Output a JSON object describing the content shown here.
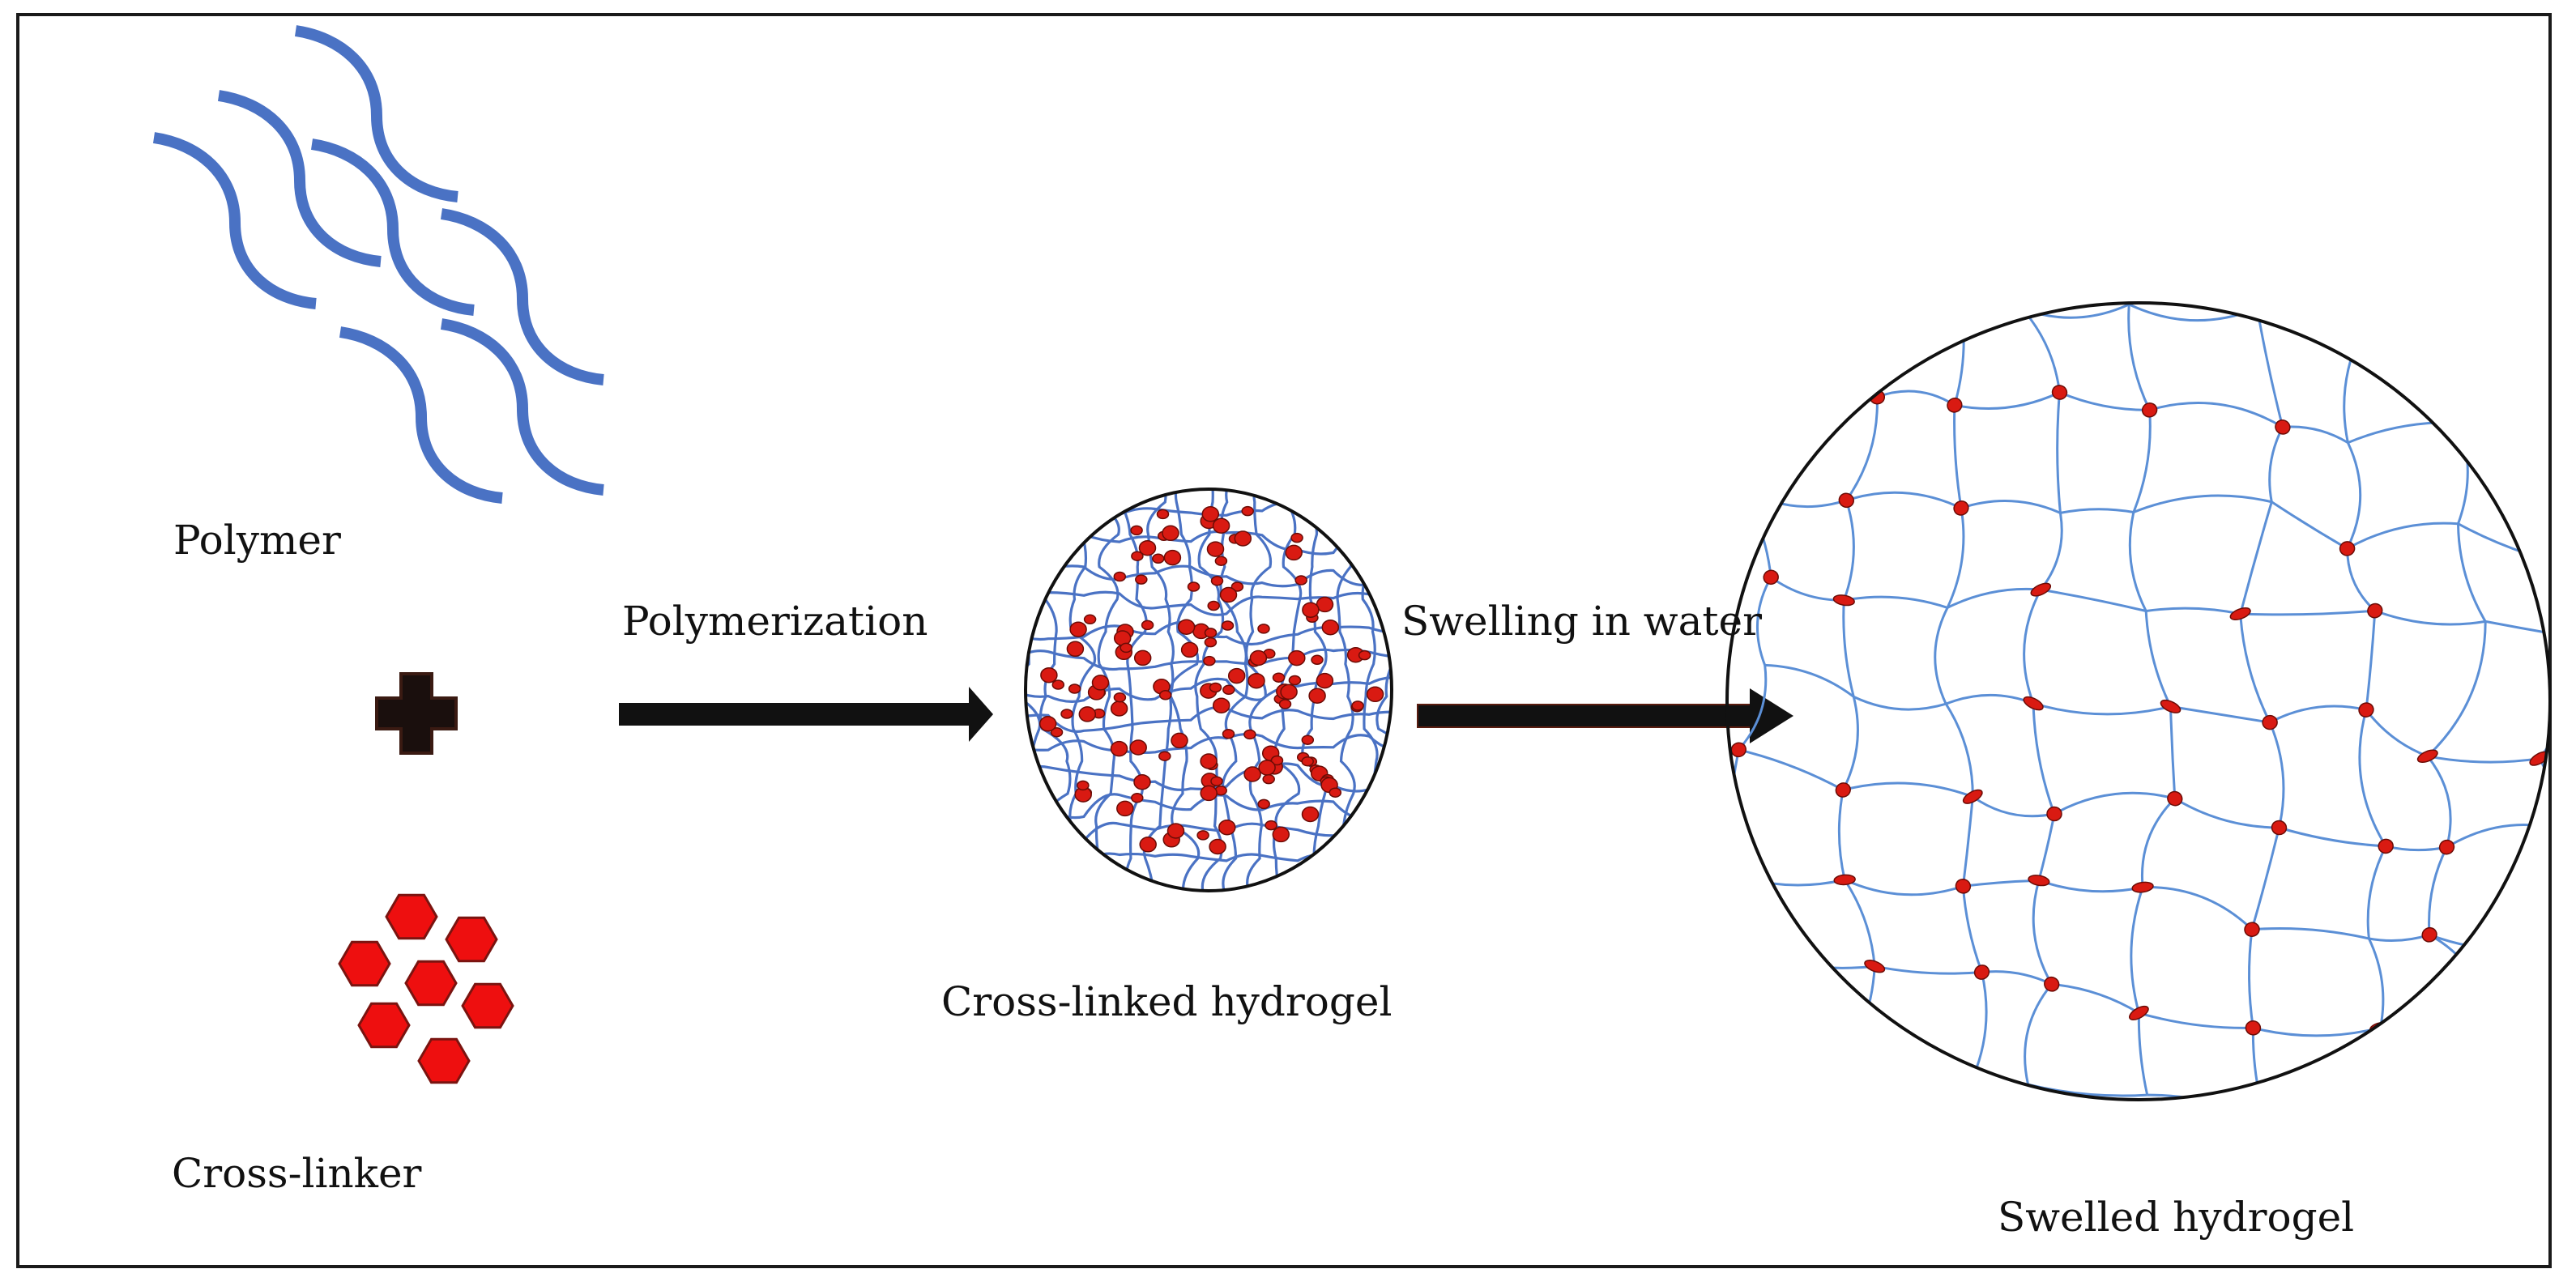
{
  "labels": {
    "polymer": "Polymer",
    "cross_linker": "Cross-linker",
    "polymerization": "Polymerization",
    "cross_linked_hydrogel": "Cross-linked hydrogel",
    "swelling": "Swelling in water",
    "swelled_hydrogel": "Swelled hydrogel"
  },
  "colors": {
    "polymer_chain": "#4a72c4",
    "network_line": "#5b8fd6",
    "crosslink": "#d91a12",
    "crosslink_outline": "#6b0c06",
    "arrow": "#111111",
    "plus": "#1a0f0d"
  },
  "icons": [
    "plus-icon",
    "right-arrow-icon"
  ]
}
